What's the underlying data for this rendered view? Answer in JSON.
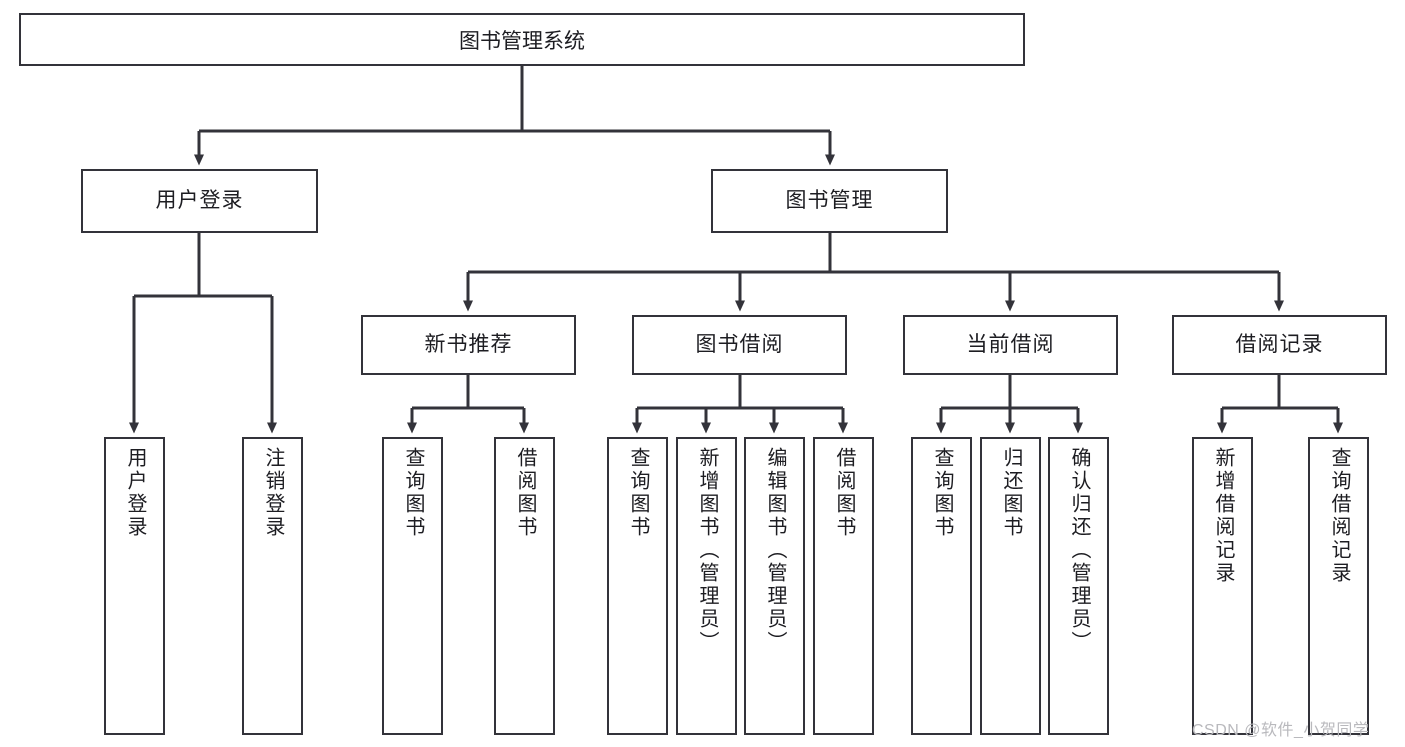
{
  "diagram": {
    "title": "图书管理系统",
    "type": "tree-hierarchy-diagram",
    "root": {
      "label": "图书管理系统"
    },
    "level1": [
      {
        "label": "用户登录"
      },
      {
        "label": "图书管理"
      }
    ],
    "level2": [
      {
        "label": "新书推荐"
      },
      {
        "label": "图书借阅"
      },
      {
        "label": "当前借阅"
      },
      {
        "label": "借阅记录"
      }
    ],
    "leaves": {
      "user_login": [
        {
          "label": "用户登录"
        },
        {
          "label": "注销登录"
        }
      ],
      "new_book_recommend": [
        {
          "label": "查询图书"
        },
        {
          "label": "借阅图书"
        }
      ],
      "book_borrow": [
        {
          "label": "查询图书"
        },
        {
          "label": "新增图书（管理员）"
        },
        {
          "label": "编辑图书（管理员）"
        },
        {
          "label": "借阅图书"
        }
      ],
      "current_borrow": [
        {
          "label": "查询图书"
        },
        {
          "label": "归还图书"
        },
        {
          "label": "确认归还（管理员）"
        }
      ],
      "borrow_records": [
        {
          "label": "新增借阅记录"
        },
        {
          "label": "查询借阅记录"
        }
      ]
    }
  },
  "watermark": {
    "text": "CSDN @软件_小贺同学"
  },
  "colors": {
    "stroke": "#33333a",
    "box_fill": "#ffffff",
    "text": "#1d1d22",
    "watermark": "#b9b9bd",
    "background": "#ffffff"
  }
}
